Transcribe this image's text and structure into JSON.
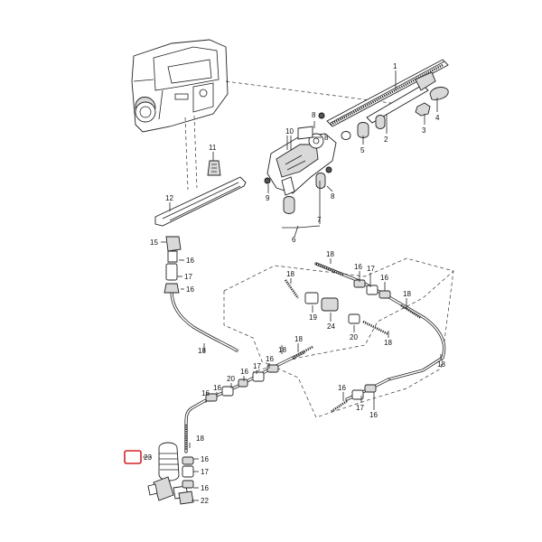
{
  "diagram": {
    "highlight_color": "#d32222",
    "callouts": [
      {
        "id": "c1",
        "text": "1"
      },
      {
        "id": "c2",
        "text": "2"
      },
      {
        "id": "c3",
        "text": "3"
      },
      {
        "id": "c4",
        "text": "4"
      },
      {
        "id": "c5",
        "text": "5"
      },
      {
        "id": "c6",
        "text": "6"
      },
      {
        "id": "c7",
        "text": "7"
      },
      {
        "id": "c8a",
        "text": "8"
      },
      {
        "id": "c8b",
        "text": "8"
      },
      {
        "id": "c8c",
        "text": "8"
      },
      {
        "id": "c9",
        "text": "9"
      },
      {
        "id": "c10",
        "text": "10"
      },
      {
        "id": "c11",
        "text": "11"
      },
      {
        "id": "c12",
        "text": "12"
      },
      {
        "id": "c15",
        "text": "15"
      },
      {
        "id": "c16a",
        "text": "16"
      },
      {
        "id": "c17a",
        "text": "17"
      },
      {
        "id": "c16b",
        "text": "16"
      },
      {
        "id": "c18a",
        "text": "18"
      },
      {
        "id": "c18b",
        "text": "18"
      },
      {
        "id": "c16c",
        "text": "16"
      },
      {
        "id": "c17b",
        "text": "17"
      },
      {
        "id": "c16d",
        "text": "16"
      },
      {
        "id": "c18c",
        "text": "18"
      },
      {
        "id": "c18d",
        "text": "18"
      },
      {
        "id": "c19",
        "text": "19"
      },
      {
        "id": "c24",
        "text": "24"
      },
      {
        "id": "c20a",
        "text": "20"
      },
      {
        "id": "c18e",
        "text": "18"
      },
      {
        "id": "c18f",
        "text": "18"
      },
      {
        "id": "c18g",
        "text": "18"
      },
      {
        "id": "c16e",
        "text": "16"
      },
      {
        "id": "c17c",
        "text": "17"
      },
      {
        "id": "c16f",
        "text": "16"
      },
      {
        "id": "c18h",
        "text": "18"
      },
      {
        "id": "c16g",
        "text": "16"
      },
      {
        "id": "c17d",
        "text": "17"
      },
      {
        "id": "c16h",
        "text": "16"
      },
      {
        "id": "c20b",
        "text": "20"
      },
      {
        "id": "c16i",
        "text": "16"
      },
      {
        "id": "c16j",
        "text": "16"
      },
      {
        "id": "c18i",
        "text": "18"
      },
      {
        "id": "c23",
        "text": "23"
      },
      {
        "id": "c16k",
        "text": "16"
      },
      {
        "id": "c17e",
        "text": "17"
      },
      {
        "id": "c16l",
        "text": "16"
      },
      {
        "id": "c22",
        "text": "22"
      }
    ]
  }
}
